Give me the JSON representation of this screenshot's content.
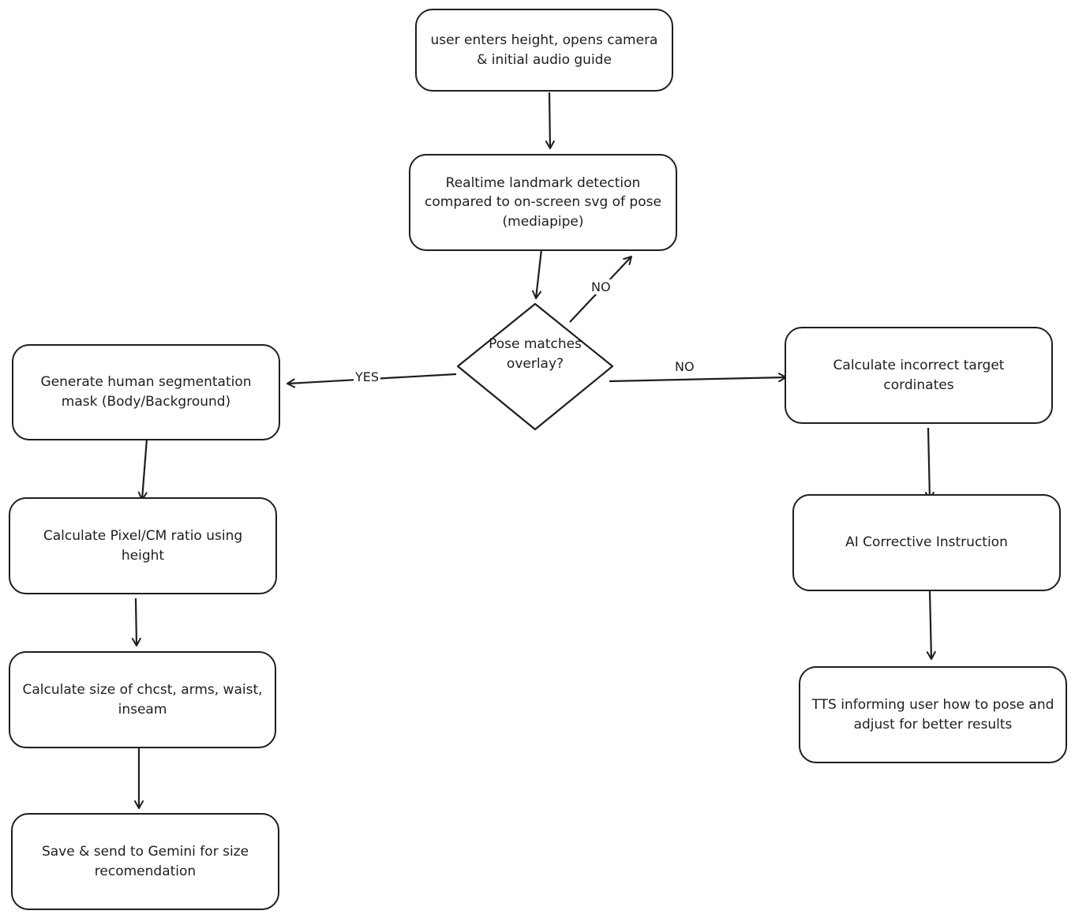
{
  "nodes": {
    "start": "user enters height, opens camera & initial audio guide",
    "detect": "Realtime landmark detection compared to on-screen svg of pose (mediapipe)",
    "decision": "Pose matches overlay?",
    "segment": "Generate human segmentation mask (Body/Background)",
    "ratio": "Calculate Pixel/CM ratio using height",
    "sizes": "Calculate size of chcst, arms, waist, inseam",
    "gemini": "Save & send to Gemini for size recomendation",
    "incorrect": "Calculate incorrect target cordinates",
    "ai": "AI Corrective Instruction",
    "tts": "TTS informing user how to pose and adjust for better results"
  },
  "edge_labels": {
    "yes": "YES",
    "no_right": "NO",
    "no_up": "NO"
  },
  "colors": {
    "stroke": "#1e1e1e",
    "background": "#ffffff"
  }
}
